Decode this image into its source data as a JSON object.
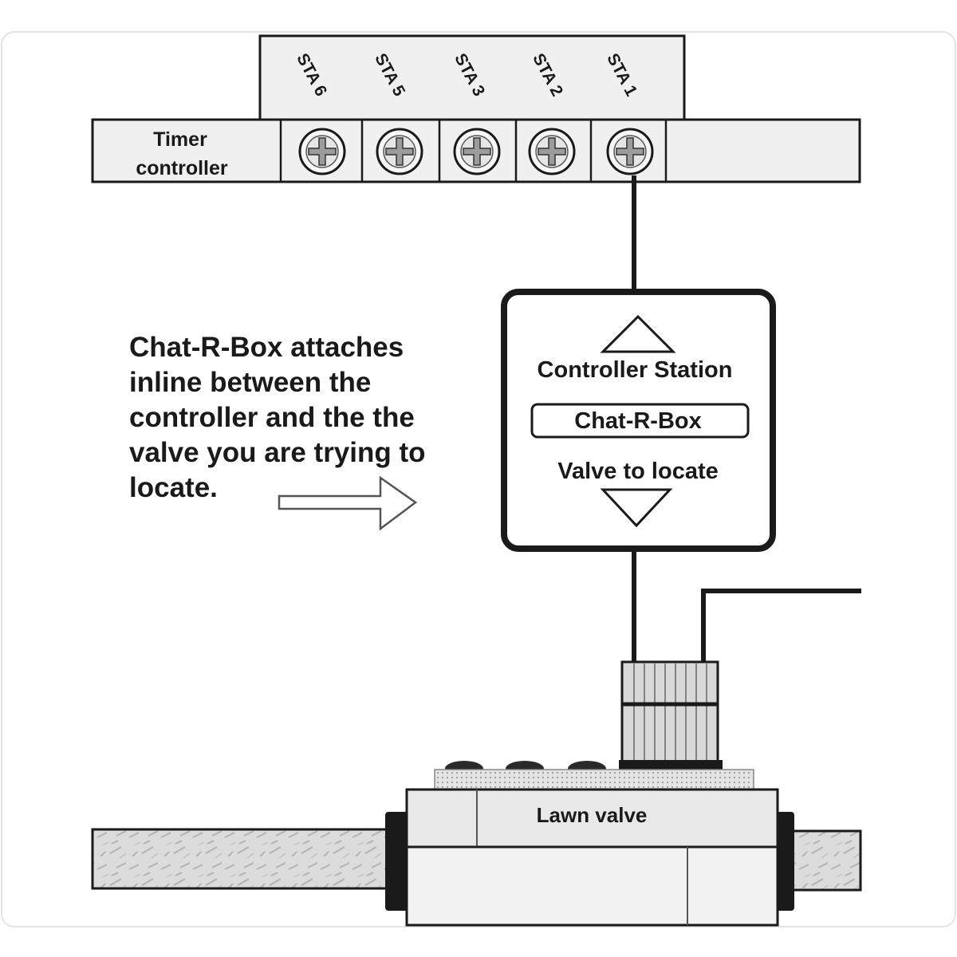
{
  "controller": {
    "label_line1": "Timer",
    "label_line2": "controller",
    "stations": [
      "STA 6",
      "STA 5",
      "STA 3",
      "STA 2",
      "STA 1"
    ]
  },
  "description": {
    "lines": [
      "Chat-R-Box attaches",
      "inline between the",
      "controller and the the",
      "valve you are trying to",
      "locate."
    ]
  },
  "chat_r_box": {
    "top_label": "Controller Station",
    "name": "Chat-R-Box",
    "bottom_label": "Valve to locate"
  },
  "valve": {
    "label": "Lawn valve"
  },
  "colors": {
    "stroke": "#1a1a1a",
    "panel": "#f0f0f0",
    "pipe": "#d6d6d6",
    "frame": "#e4e4e4"
  }
}
